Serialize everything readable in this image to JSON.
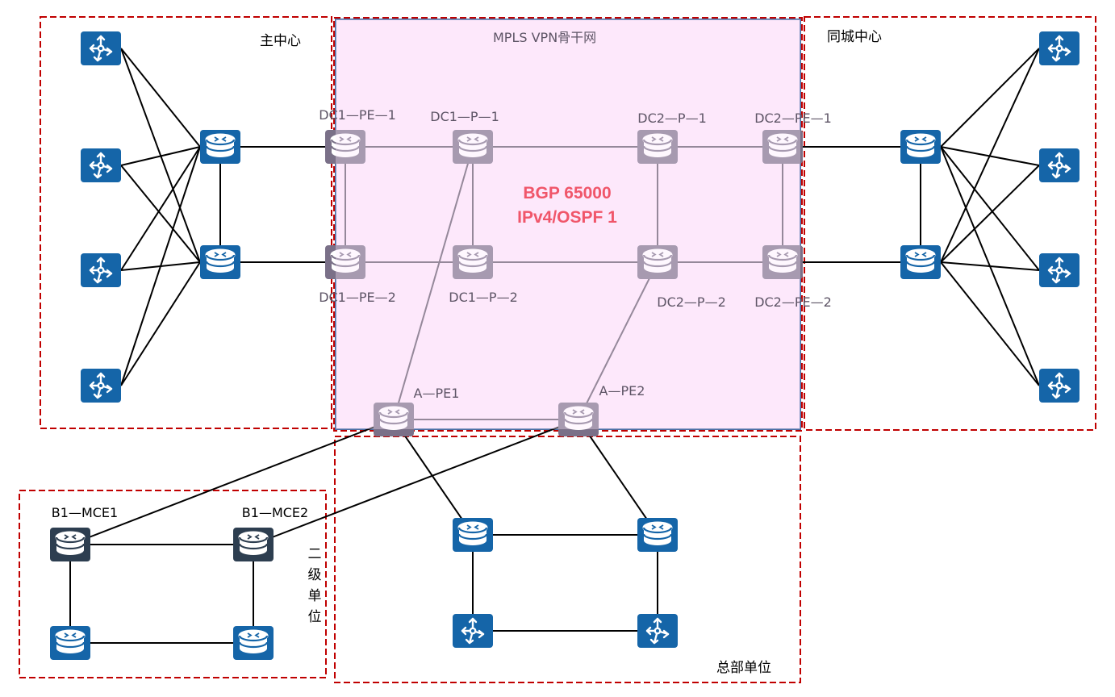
{
  "zones": [
    {
      "id": "main-center",
      "label": "主中心",
      "style": "dashed"
    },
    {
      "id": "backbone",
      "label": "MPLS VPN骨干网",
      "style": "dashed-filled"
    },
    {
      "id": "city-center",
      "label": "同城中心",
      "style": "dashed"
    },
    {
      "id": "secondary-unit",
      "label": "二级单位",
      "style": "dashed",
      "vertical": true
    },
    {
      "id": "hq-unit",
      "label": "总部单位",
      "style": "dashed"
    }
  ],
  "backbone_annotation": {
    "line1": "BGP 65000",
    "line2": "IPv4/OSPF 1",
    "color": "#f0566a"
  },
  "colors": {
    "device_blue": "#1565a8",
    "device_dark": "#2d3e50",
    "backbone_fill": "#fde9fb",
    "zone_border": "#c00000",
    "backbone_border": "#4a6fa5",
    "link_black": "#000000",
    "link_backbone": "#5e5566"
  },
  "nodes": [
    {
      "id": "mc-sw1",
      "type": "switch",
      "zone": "main-center",
      "label": ""
    },
    {
      "id": "mc-sw2",
      "type": "switch",
      "zone": "main-center",
      "label": ""
    },
    {
      "id": "mc-sw3",
      "type": "switch",
      "zone": "main-center",
      "label": ""
    },
    {
      "id": "mc-sw4",
      "type": "switch",
      "zone": "main-center",
      "label": ""
    },
    {
      "id": "mc-r1",
      "type": "router",
      "zone": "main-center",
      "label": ""
    },
    {
      "id": "mc-r2",
      "type": "router",
      "zone": "main-center",
      "label": ""
    },
    {
      "id": "dc1-pe-1",
      "type": "router",
      "zone": "backbone",
      "label": "DC1—PE—1",
      "edge": true
    },
    {
      "id": "dc1-pe-2",
      "type": "router",
      "zone": "backbone",
      "label": "DC1—PE—2",
      "edge": true
    },
    {
      "id": "dc1-p-1",
      "type": "router",
      "zone": "backbone",
      "label": "DC1—P—1"
    },
    {
      "id": "dc1-p-2",
      "type": "router",
      "zone": "backbone",
      "label": "DC1—P—2"
    },
    {
      "id": "dc2-p-1",
      "type": "router",
      "zone": "backbone",
      "label": "DC2—P—1"
    },
    {
      "id": "dc2-p-2",
      "type": "router",
      "zone": "backbone",
      "label": "DC2—P—2"
    },
    {
      "id": "dc2-pe-1",
      "type": "router",
      "zone": "backbone",
      "label": "DC2—PE—1",
      "edge": true
    },
    {
      "id": "dc2-pe-2",
      "type": "router",
      "zone": "backbone",
      "label": "DC2—PE—2",
      "edge": true
    },
    {
      "id": "cc-r1",
      "type": "router",
      "zone": "city-center",
      "label": ""
    },
    {
      "id": "cc-r2",
      "type": "router",
      "zone": "city-center",
      "label": ""
    },
    {
      "id": "cc-sw1",
      "type": "switch",
      "zone": "city-center",
      "label": ""
    },
    {
      "id": "cc-sw2",
      "type": "switch",
      "zone": "city-center",
      "label": ""
    },
    {
      "id": "cc-sw3",
      "type": "switch",
      "zone": "city-center",
      "label": ""
    },
    {
      "id": "cc-sw4",
      "type": "switch",
      "zone": "city-center",
      "label": ""
    },
    {
      "id": "a-pe1",
      "type": "router",
      "zone": "backbone",
      "label": "A—PE1",
      "edge": true
    },
    {
      "id": "a-pe2",
      "type": "router",
      "zone": "backbone",
      "label": "A—PE2",
      "edge": true
    },
    {
      "id": "hq-r1",
      "type": "router",
      "zone": "hq-unit",
      "label": ""
    },
    {
      "id": "hq-r2",
      "type": "router",
      "zone": "hq-unit",
      "label": ""
    },
    {
      "id": "hq-sw1",
      "type": "switch",
      "zone": "hq-unit",
      "label": ""
    },
    {
      "id": "hq-sw2",
      "type": "switch",
      "zone": "hq-unit",
      "label": ""
    },
    {
      "id": "b1-mce1",
      "type": "router",
      "zone": "secondary-unit",
      "label": "B1—MCE1",
      "dark": true
    },
    {
      "id": "b1-mce2",
      "type": "router",
      "zone": "secondary-unit",
      "label": "B1—MCE2",
      "dark": true
    },
    {
      "id": "b1-r3",
      "type": "router",
      "zone": "secondary-unit",
      "label": ""
    },
    {
      "id": "b1-r4",
      "type": "router",
      "zone": "secondary-unit",
      "label": ""
    }
  ],
  "links": [
    [
      "mc-sw1",
      "mc-r1"
    ],
    [
      "mc-sw1",
      "mc-r2"
    ],
    [
      "mc-sw2",
      "mc-r1"
    ],
    [
      "mc-sw2",
      "mc-r2"
    ],
    [
      "mc-sw3",
      "mc-r1"
    ],
    [
      "mc-sw3",
      "mc-r2"
    ],
    [
      "mc-sw4",
      "mc-r1"
    ],
    [
      "mc-sw4",
      "mc-r2"
    ],
    [
      "mc-r1",
      "mc-r2"
    ],
    [
      "mc-r1",
      "dc1-pe-1"
    ],
    [
      "mc-r2",
      "dc1-pe-2"
    ],
    [
      "dc1-pe-1",
      "dc1-pe-2"
    ],
    [
      "dc1-pe-1",
      "dc1-p-1"
    ],
    [
      "dc1-pe-2",
      "dc1-p-2"
    ],
    [
      "dc1-p-1",
      "dc1-p-2"
    ],
    [
      "dc1-p-1",
      "dc2-p-1"
    ],
    [
      "dc1-p-2",
      "dc2-p-2"
    ],
    [
      "dc2-p-1",
      "dc2-p-2"
    ],
    [
      "dc2-p-1",
      "dc2-pe-1"
    ],
    [
      "dc2-p-2",
      "dc2-pe-2"
    ],
    [
      "dc2-pe-1",
      "dc2-pe-2"
    ],
    [
      "dc2-pe-1",
      "cc-r1"
    ],
    [
      "dc2-pe-2",
      "cc-r2"
    ],
    [
      "cc-r1",
      "cc-r2"
    ],
    [
      "cc-r1",
      "cc-sw1"
    ],
    [
      "cc-r1",
      "cc-sw2"
    ],
    [
      "cc-r1",
      "cc-sw3"
    ],
    [
      "cc-r1",
      "cc-sw4"
    ],
    [
      "cc-r2",
      "cc-sw1"
    ],
    [
      "cc-r2",
      "cc-sw2"
    ],
    [
      "cc-r2",
      "cc-sw3"
    ],
    [
      "cc-r2",
      "cc-sw4"
    ],
    [
      "dc1-p-1",
      "a-pe1"
    ],
    [
      "dc2-p-2",
      "a-pe2"
    ],
    [
      "a-pe1",
      "a-pe2"
    ],
    [
      "a-pe1",
      "hq-r1"
    ],
    [
      "a-pe2",
      "hq-r2"
    ],
    [
      "a-pe1",
      "b1-mce1"
    ],
    [
      "a-pe2",
      "b1-mce2"
    ],
    [
      "hq-r1",
      "hq-r2"
    ],
    [
      "hq-r1",
      "hq-sw1"
    ],
    [
      "hq-r2",
      "hq-sw2"
    ],
    [
      "hq-sw1",
      "hq-sw2"
    ],
    [
      "b1-mce1",
      "b1-mce2"
    ],
    [
      "b1-mce1",
      "b1-r3"
    ],
    [
      "b1-mce2",
      "b1-r4"
    ],
    [
      "b1-r3",
      "b1-r4"
    ]
  ]
}
